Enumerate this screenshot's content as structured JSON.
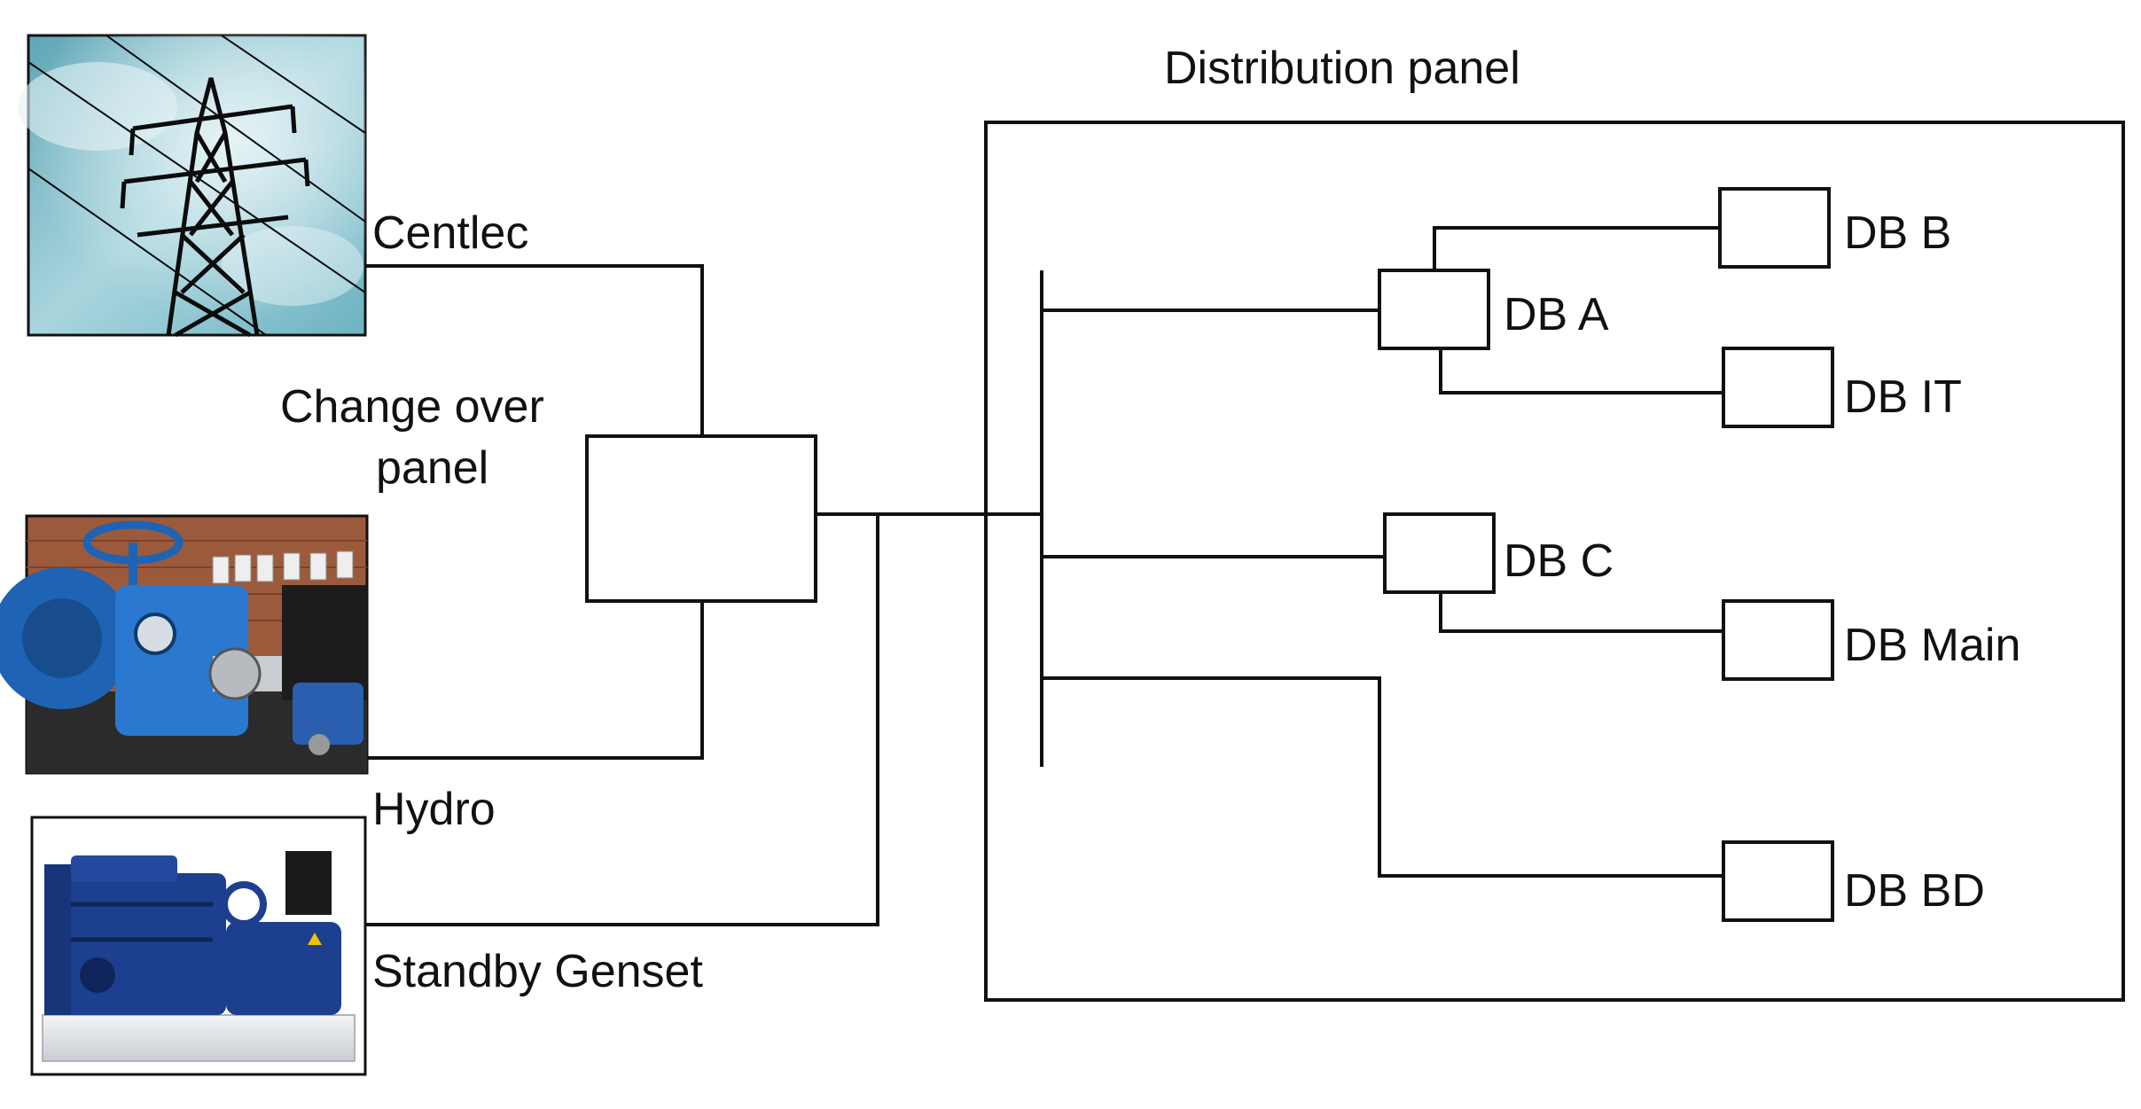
{
  "labels": {
    "distribution_panel": "Distribution panel",
    "centlec": "Centlec",
    "change_over_line1": "Change over",
    "change_over_line2": "panel",
    "hydro": "Hydro",
    "standby_genset": "Standby Genset",
    "db_a": "DB A",
    "db_b": "DB B",
    "db_it": "DB IT",
    "db_c": "DB C",
    "db_main": "DB Main",
    "db_bd": "DB BD"
  },
  "icons": {
    "pylon": "transmission-tower-icon",
    "hydro": "hydro-turbine-icon",
    "genset": "diesel-generator-icon"
  },
  "colors": {
    "line": "#111111",
    "sky": "#7fbcc9",
    "brick": "#9c5a3c",
    "machine_blue": "#1f63b5",
    "genset_blue": "#1d3f8f"
  }
}
